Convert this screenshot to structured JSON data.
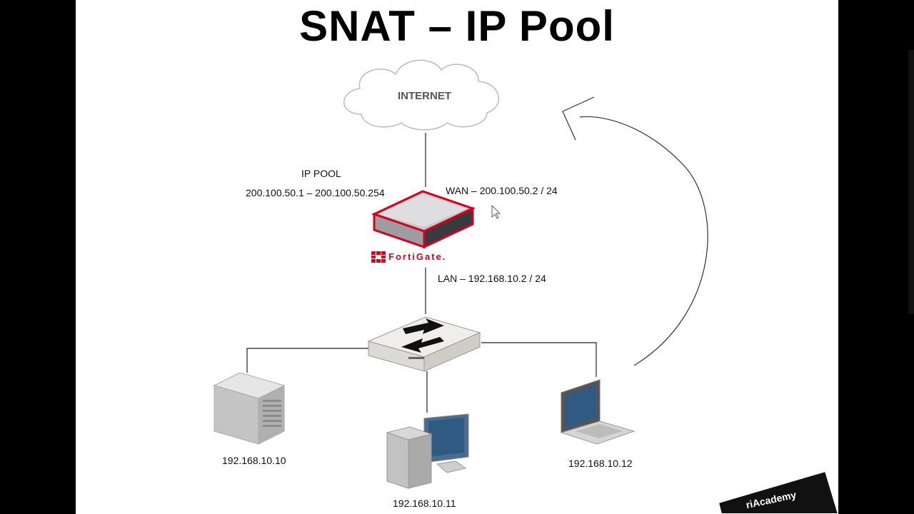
{
  "slide": {
    "title": "SNAT – IP Pool"
  },
  "nodes": {
    "internet": {
      "label": "INTERNET"
    },
    "fortigate": {
      "brand": "FortiGate."
    },
    "server": {
      "ip": "192.168.10.10"
    },
    "desktop": {
      "ip": "192.168.10.11"
    },
    "laptop": {
      "ip": "192.168.10.12"
    }
  },
  "labels": {
    "ip_pool_title": "IP POOL",
    "ip_pool_range": "200.100.50.1 – 200.100.50.254",
    "wan": "WAN – 200.100.50.2 / 24",
    "lan": "LAN – 192.168.10.2 / 24"
  },
  "watermark": {
    "text": "riAcademy"
  },
  "colors": {
    "fortigate_red": "#d4001e",
    "cloud_stroke": "#bbbbbb",
    "link": "#222222"
  },
  "icons": [
    "cloud-icon",
    "firewall-icon",
    "switch-icon",
    "server-icon",
    "desktop-icon",
    "laptop-icon",
    "cursor-icon",
    "flow-arrow-icon"
  ]
}
